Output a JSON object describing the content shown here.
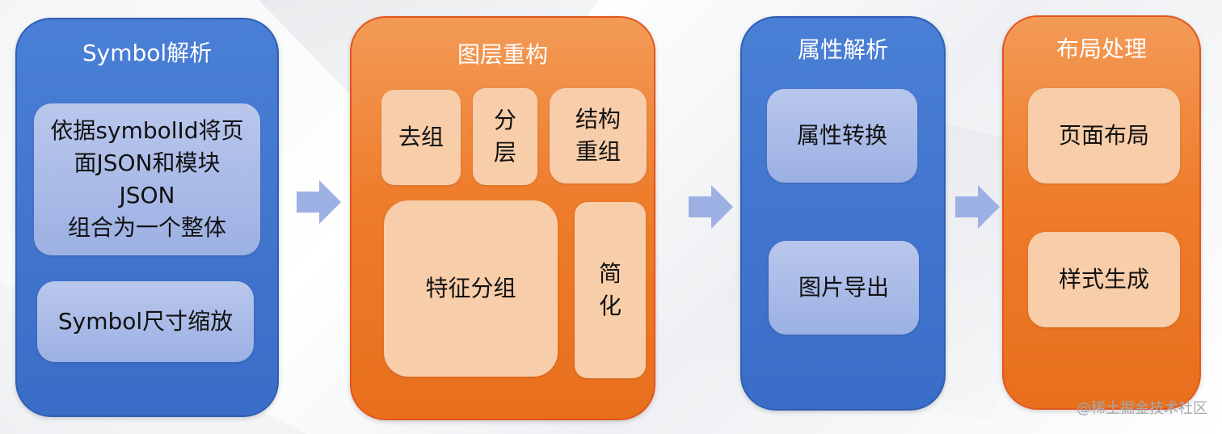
{
  "stages": [
    {
      "title": "Symbol解析",
      "items": [
        {
          "label": "依据symbolId将页\n面JSON和模块\nJSON\n组合为一个整体"
        },
        {
          "label": "Symbol尺寸缩放"
        }
      ]
    },
    {
      "title": "图层重构",
      "items": [
        {
          "label": "去组"
        },
        {
          "label": "分\n层"
        },
        {
          "label": "结构\n重组"
        },
        {
          "label": "特征分组"
        },
        {
          "label": "简\n化"
        }
      ]
    },
    {
      "title": "属性解析",
      "items": [
        {
          "label": "属性转换"
        },
        {
          "label": "图片导出"
        }
      ]
    },
    {
      "title": "布局处理",
      "items": [
        {
          "label": "页面布局"
        },
        {
          "label": "样式生成"
        }
      ]
    }
  ],
  "watermark": "@稀土掘金技术社区",
  "colors": {
    "blue_panel": "#3a6dc7",
    "orange_panel": "#ee7d2c",
    "lavender_box": "#a9bbe8",
    "peach_box": "#f8cda9",
    "arrow": "#9cb0e3"
  }
}
